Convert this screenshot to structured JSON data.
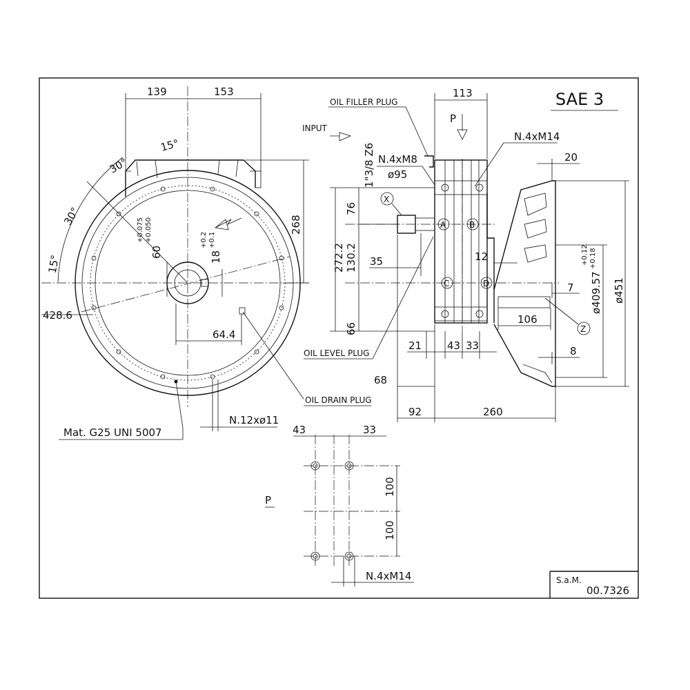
{
  "title_block": {
    "series": "SAE 3",
    "company": "S.a.M.",
    "drawing_number": "00.7326"
  },
  "labels": {
    "input": "INPUT",
    "p_arrow": "P",
    "oil_filler_plug": "OIL FILLER PLUG",
    "oil_level_plug": "OIL LEVEL PLUG",
    "oil_drain_plug": "OIL DRAIN PLUG",
    "material": "Mat. G25 UNI 5007",
    "view_p": "P",
    "point_x": "X",
    "point_z": "Z",
    "point_a": "A",
    "point_b": "B",
    "point_c": "C",
    "point_d": "D"
  },
  "dims": {
    "w139": "139",
    "w153": "153",
    "h268": "268",
    "a15_top": "15°",
    "a30_a": "30°",
    "a30_b": "30°",
    "a15_left": "15°",
    "tol_60_plus": "+0.075",
    "tol_60_minus": "+0.050",
    "d60": "60",
    "tol_18_plus": "+0.2",
    "tol_18_minus": "+0.1",
    "d18": "18",
    "d428": "428.6",
    "d64": "64.4",
    "holes12": "N.12xø11",
    "d113": "113",
    "n4m14_top": "N.4xM14",
    "n4m8": "N.4xM8",
    "d95": "ø95",
    "thread": "1\"3/8 Z6",
    "d76": "76",
    "d272": "272.2",
    "d130": "130.2",
    "d35": "35",
    "d66": "66",
    "d21": "21",
    "d43a": "43",
    "d33a": "33",
    "d68": "68",
    "d92": "92",
    "d260": "260",
    "d12": "12",
    "d20": "20",
    "d7": "7",
    "d106": "106",
    "d8": "8",
    "tol_409_plus": "+0.12",
    "tol_409_minus": "+0.18",
    "d409": "ø409.57",
    "d451": "ø451",
    "d43b": "43",
    "d33b": "33",
    "d100a": "100",
    "d100b": "100",
    "n4m14_bottom": "N.4xM14"
  }
}
